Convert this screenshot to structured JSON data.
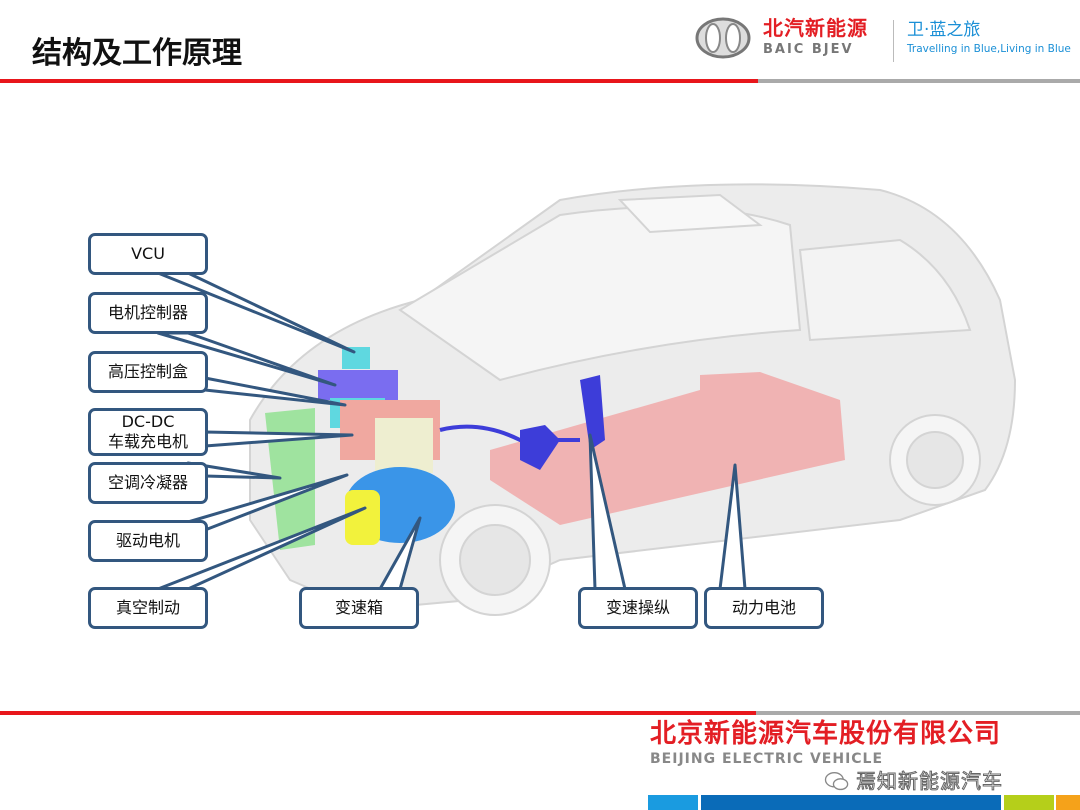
{
  "header": {
    "title": "结构及工作原理",
    "brand_cn": "北汽新能源",
    "brand_en": "BAIC BJEV",
    "slogan_cn": "卫·蓝之旅",
    "slogan_en": "Travelling in Blue,Living in Blue"
  },
  "labels": {
    "vcu": "VCU",
    "motor_controller": "电机控制器",
    "hv_box": "高压控制盒",
    "dcdc": "DC-DC",
    "charger": "车载充电机",
    "condenser": "空调冷凝器",
    "drive_motor": "驱动电机",
    "vacuum_brake": "真空制动",
    "gearbox": "变速箱",
    "shifter": "变速操纵",
    "battery": "动力电池"
  },
  "footer": {
    "company_cn": "北京新能源汽车股份有限公司",
    "company_en": "BEIJING ELECTRIC VEHICLE",
    "watermark": "焉知新能源汽车"
  },
  "colors": {
    "red": "#e8161b",
    "callout": "#33577f",
    "blue": "#1a8fd6"
  }
}
